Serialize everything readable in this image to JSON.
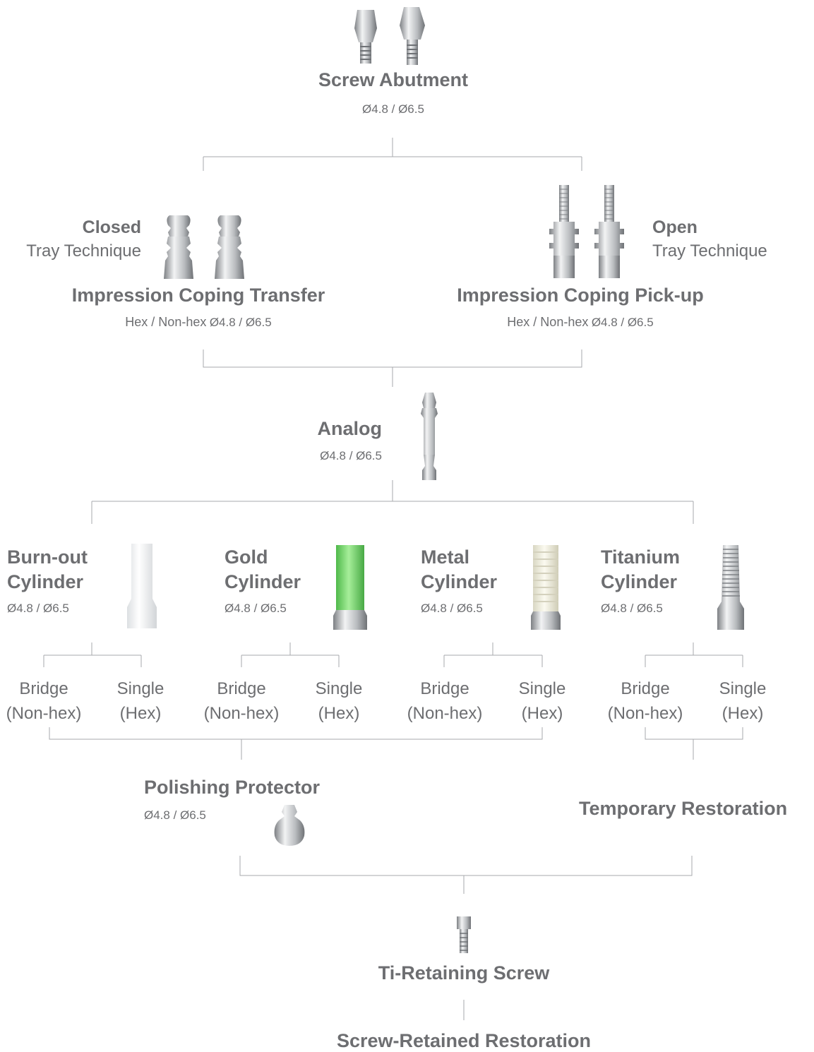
{
  "screw_abutment": {
    "title": "Screw Abutment",
    "sizes": "Ø4.8 / Ø6.5"
  },
  "closed": {
    "label": "Closed",
    "sub": "Tray Technique"
  },
  "open": {
    "label": "Open",
    "sub": "Tray Technique"
  },
  "transfer": {
    "title": "Impression Coping Transfer",
    "spec": "Hex / Non-hex",
    "sizes": "Ø4.8 / Ø6.5"
  },
  "pickup": {
    "title": "Impression Coping Pick-up",
    "spec": "Hex / Non-hex",
    "sizes": "Ø4.8 / Ø6.5"
  },
  "analog": {
    "title": "Analog",
    "sizes": "Ø4.8 / Ø6.5"
  },
  "cylinders": [
    {
      "line1": "Burn-out",
      "line2": "Cylinder",
      "sizes": "Ø4.8 / Ø6.5"
    },
    {
      "line1": "Gold",
      "line2": "Cylinder",
      "sizes": "Ø4.8 / Ø6.5"
    },
    {
      "line1": "Metal",
      "line2": "Cylinder",
      "sizes": "Ø4.8 / Ø6.5"
    },
    {
      "line1": "Titanium",
      "line2": "Cylinder",
      "sizes": "Ø4.8 / Ø6.5"
    }
  ],
  "options": {
    "bridge": "Bridge",
    "bridge_note": "(Non-hex)",
    "single": "Single",
    "single_note": "(Hex)"
  },
  "polishing": {
    "title": "Polishing Protector",
    "sizes": "Ø4.8 / Ø6.5"
  },
  "temporary": {
    "title": "Temporary Restoration"
  },
  "retaining_screw": {
    "title": "Ti-Retaining Screw"
  },
  "final": {
    "title": "Screw-Retained Restoration"
  },
  "colors": {
    "text": "#6d6e71",
    "line": "#a7a9ac",
    "metal": "#b9bcbf",
    "gold_cylinder": "#7fdc72",
    "metal_cylinder": "#f1f0e2",
    "burnout": "#f3f4f5"
  }
}
